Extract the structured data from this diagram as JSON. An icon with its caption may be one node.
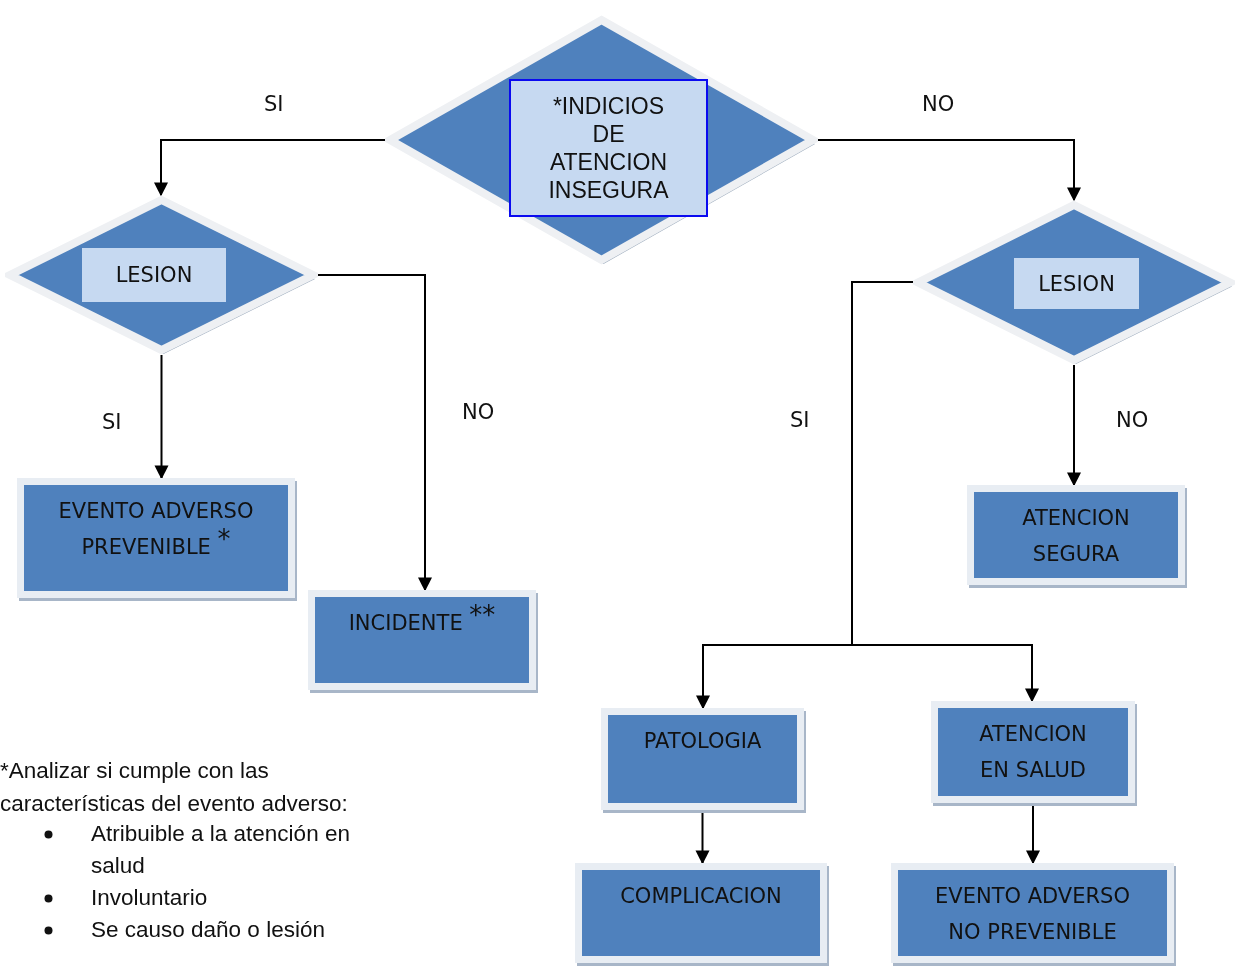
{
  "diagram": {
    "nodes": [
      {
        "text": [
          "*INDICIOS DE ATENCION INSEGURA"
        ]
      },
      {
        "text": [
          "LESION"
        ]
      },
      {
        "text": [
          "LESION"
        ]
      },
      {
        "text": [
          "EVENTO ADVERSO PREVENIBLE $^{*}$"
        ]
      },
      {
        "text": [
          "INCIDENTE $^{**}$"
        ]
      },
      {
        "text": [
          "ATENCION SEGURA"
        ]
      },
      {
        "text": [
          "PATOLOGIA"
        ]
      },
      {
        "text": [
          "ATENCION EN SALUD"
        ]
      },
      {
        "text": [
          "COMPLICACION"
        ]
      },
      {
        "text": [
          "EVENTO ADVERSO NO PREVENIBLE"
        ]
      }
    ],
    "edges": [
      {
        "from": 0,
        "to": 1,
        "arrow": "to",
        "label": "SI"
      },
      {
        "from": 0,
        "to": 2,
        "arrow": "to",
        "label": "NO"
      },
      {
        "from": 1,
        "to": 3,
        "arrow": "to",
        "label": "SI"
      },
      {
        "from": 1,
        "to": 4,
        "arrow": "to",
        "label": "NO"
      },
      {
        "from": 2,
        "to": 5,
        "arrow": "to",
        "label": "NO"
      },
      {
        "from": 2,
        "to": 6,
        "arrow": "to",
        "label": "SI"
      },
      {
        "from": 2,
        "to": 7,
        "arrow": "to"
      },
      {
        "from": 6,
        "to": 8,
        "arrow": "to"
      },
      {
        "from": 7,
        "to": 9,
        "arrow": "to"
      }
    ],
    "labels": [
      "*Analizar si cumple con las características del evento adverso:",
      "Atribuible a la atención en salud",
      "Involuntario",
      "Se causo daño o lesión"
    ]
  }
}
